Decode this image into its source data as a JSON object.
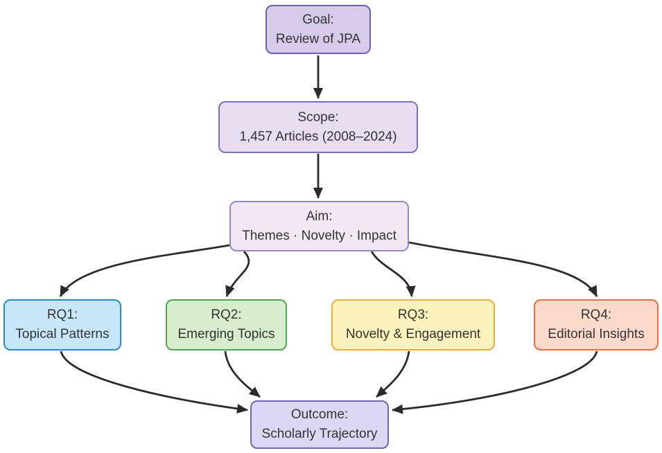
{
  "diagram": {
    "background": "#ffffff",
    "arrow_color": "#2b2b2b",
    "text_color": "#333333",
    "nodes": {
      "goal": {
        "line1": "Goal:",
        "line2": "Review of JPA",
        "fill": "#d8cbe9",
        "border": "#6a5ec1"
      },
      "scope": {
        "line1": "Scope:",
        "line2": "1,457 Articles (2008–2024)",
        "fill": "#e8ddf1",
        "border": "#7a6dca"
      },
      "aim": {
        "line1": "Aim:",
        "line2": "Themes · Novelty · Impact",
        "fill": "#f3e7f3",
        "border": "#9188d4"
      },
      "rq1": {
        "line1": "RQ1:",
        "line2": "Topical Patterns",
        "fill": "#c8e6f9",
        "border": "#1f8dd6"
      },
      "rq2": {
        "line1": "RQ2:",
        "line2": "Emerging Topics",
        "fill": "#d8edcb",
        "border": "#4da74d"
      },
      "rq3": {
        "line1": "RQ3:",
        "line2": "Novelty & Engagement",
        "fill": "#fcf2bc",
        "border": "#f2ad35"
      },
      "rq4": {
        "line1": "RQ4:",
        "line2": "Editorial Insights",
        "fill": "#fbdacb",
        "border": "#ee6e41"
      },
      "outcome": {
        "line1": "Outcome:",
        "line2": "Scholarly Trajectory",
        "fill": "#dcd7f2",
        "border": "#7063c0"
      }
    },
    "edges": [
      {
        "from": "goal",
        "to": "scope"
      },
      {
        "from": "scope",
        "to": "aim"
      },
      {
        "from": "aim",
        "to": "rq1"
      },
      {
        "from": "aim",
        "to": "rq2"
      },
      {
        "from": "aim",
        "to": "rq3"
      },
      {
        "from": "aim",
        "to": "rq4"
      },
      {
        "from": "rq1",
        "to": "outcome"
      },
      {
        "from": "rq2",
        "to": "outcome"
      },
      {
        "from": "rq3",
        "to": "outcome"
      },
      {
        "from": "rq4",
        "to": "outcome"
      }
    ]
  }
}
